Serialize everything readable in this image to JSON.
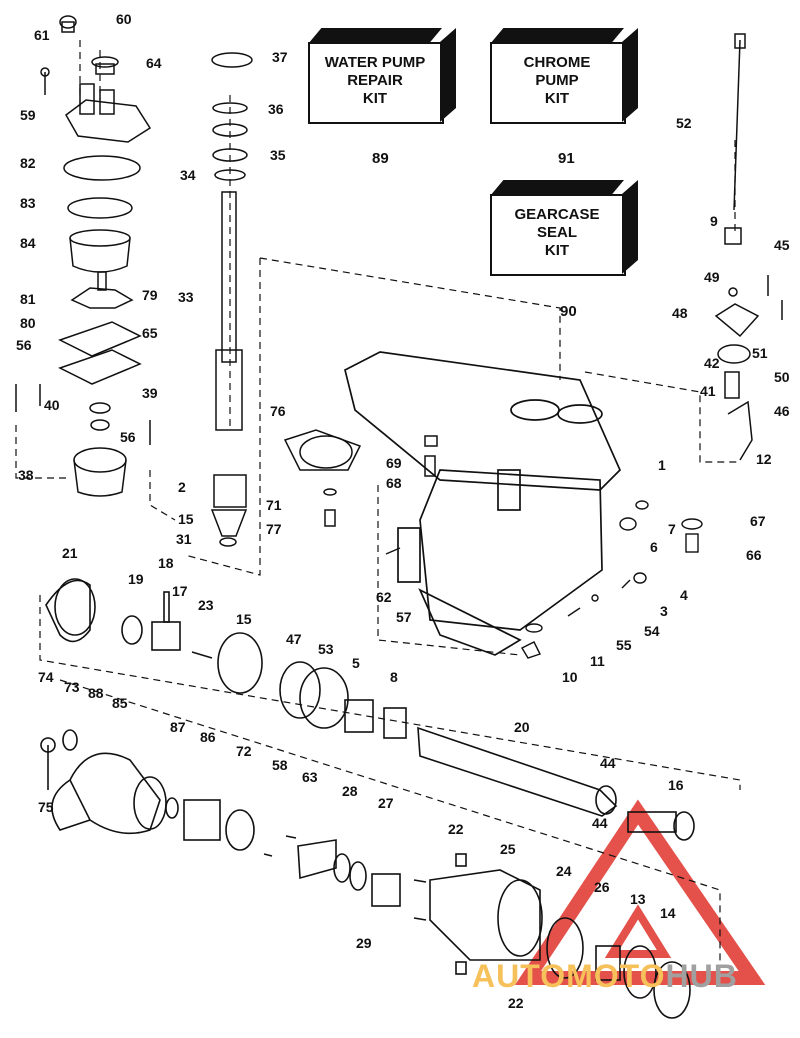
{
  "kits": [
    {
      "label": "WATER PUMP\nREPAIR\nKIT",
      "number": "89"
    },
    {
      "label": "CHROME\nPUMP\nKIT",
      "number": "91"
    },
    {
      "label": "GEARCASE\nSEAL\nKIT",
      "number": "90"
    }
  ],
  "callouts": [
    "60",
    "61",
    "64",
    "59",
    "82",
    "83",
    "84",
    "81",
    "79",
    "80",
    "65",
    "56",
    "40",
    "39",
    "56",
    "38",
    "37",
    "36",
    "35",
    "34",
    "33",
    "2",
    "15",
    "31",
    "76",
    "69",
    "68",
    "71",
    "77",
    "52",
    "9",
    "45",
    "49",
    "48",
    "51",
    "42",
    "50",
    "41",
    "46",
    "12",
    "1",
    "7",
    "67",
    "6",
    "66",
    "62",
    "57",
    "4",
    "3",
    "54",
    "55",
    "11",
    "10",
    "21",
    "19",
    "18",
    "17",
    "23",
    "15",
    "47",
    "53",
    "5",
    "8",
    "20",
    "74",
    "73",
    "88",
    "85",
    "87",
    "86",
    "72",
    "58",
    "63",
    "28",
    "27",
    "22",
    "25",
    "24",
    "26",
    "13",
    "14",
    "29",
    "22",
    "44",
    "44",
    "16",
    "75"
  ],
  "watermark": {
    "left_text": "AUTOMOTO",
    "right_text": "HUB"
  },
  "colors": {
    "ink": "#111111",
    "watermark_red": "#e0332b",
    "watermark_gold": "#f6c05a",
    "watermark_gray": "#a0a0a0"
  }
}
